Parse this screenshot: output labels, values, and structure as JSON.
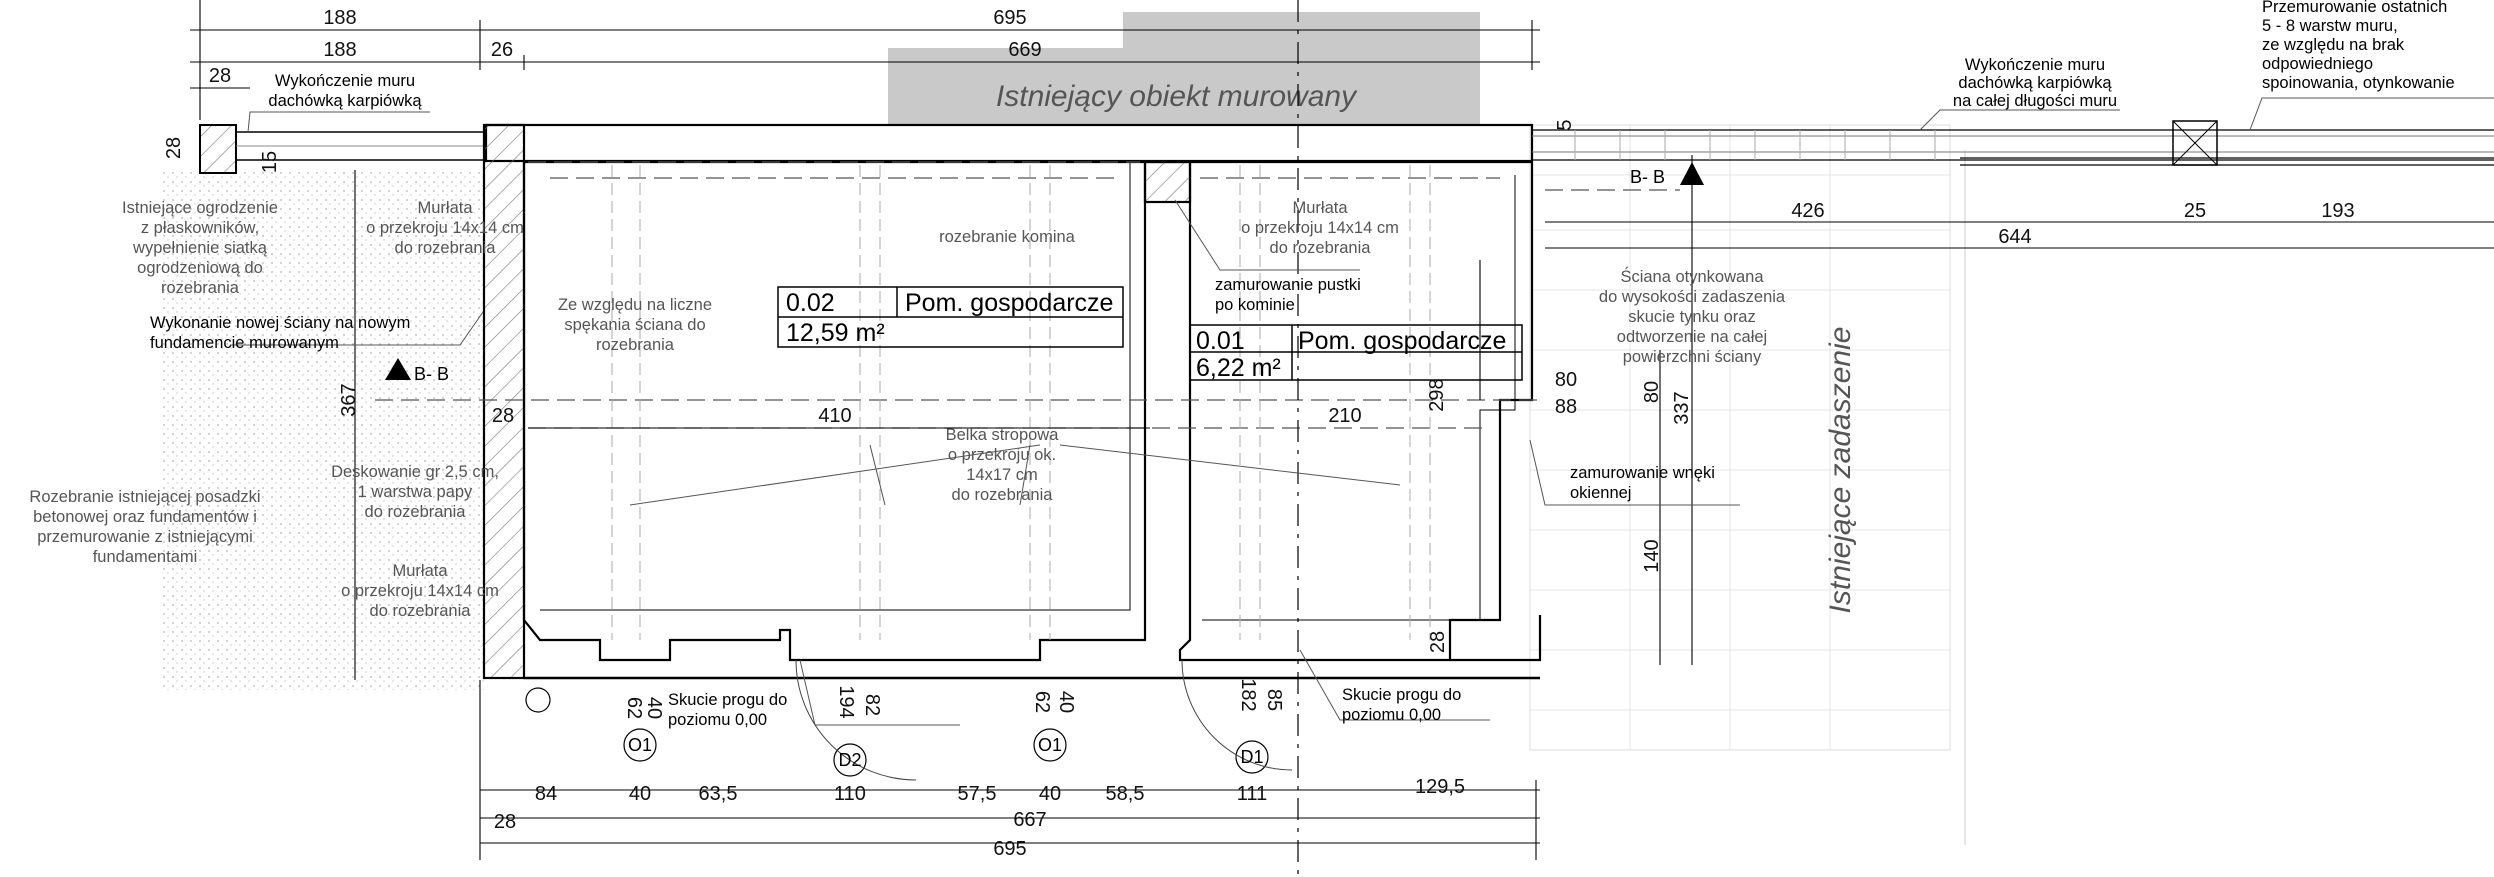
{
  "existing_building": "Istniejący obiekt murowany",
  "existing_roof": "Istniejące zadaszenie",
  "rooms": [
    {
      "number": "0.02",
      "name": "Pom. gospodarcze",
      "area": "12,59 m²"
    },
    {
      "number": "0.01",
      "name": "Pom. gospodarcze",
      "area": "6,22 m²"
    }
  ],
  "notes": {
    "roof_tile_left": [
      "Wykończenie muru",
      "dachówką karpiówką"
    ],
    "roof_tile_right": [
      "Wykończenie muru",
      "dachówką karpiówką",
      "na całej długości muru"
    ],
    "rebuild_top": [
      "Przemurowanie ostatnich",
      "5 - 8 warstw muru,",
      "ze względu na brak",
      "odpowiedniego",
      "spoinowania, otynkowanie"
    ],
    "fence": [
      "Istniejące ogrodzenie",
      "z płaskowników,",
      "wypełnienie siatką",
      "ogrodzeniową do",
      "rozebrania"
    ],
    "murlata_1": [
      "Murłata",
      "o przekroju 14x14 cm",
      "do rozebrania"
    ],
    "murlata_2": [
      "Murłata",
      "o przekroju 14x14 cm",
      "do rozebrania"
    ],
    "murlata_3": [
      "Murłata",
      "o przekroju 14x14 cm",
      "do rozebrania"
    ],
    "chimney": "rozebranie komina",
    "fill_void": [
      "zamurowanie pustki",
      "po kominie"
    ],
    "cracks": [
      "Ze względu na liczne",
      "spękania ściana do",
      "rozebrania"
    ],
    "new_wall": [
      "Wykonanie nowej ściany na nowym",
      "fundamencie murowanym"
    ],
    "plaster_wall": [
      "Ściana otynkowana",
      "do wysokości zadaszenia",
      "skucie tynku oraz",
      "odtworzenie na całej",
      "powierzchni ściany"
    ],
    "floor_demo": [
      "Rozebranie istniejącej posadzki",
      "betonowej oraz fundamentów i",
      "przemurowanie z istniejącymi",
      "fundamentami"
    ],
    "boarding": [
      "Deskowanie gr 2,5 cm,",
      "1 warstwa papy",
      "do rozebrania"
    ],
    "beam": [
      "Belka stropowa",
      "o przekroju ok.",
      "14x17 cm",
      "do rozebrania"
    ],
    "window_fill": [
      "zamurowanie wnęki",
      "okiennej"
    ],
    "threshold_1": [
      "Skucie progu do",
      "poziomu 0,00"
    ],
    "threshold_2": [
      "Skucie progu do",
      "poziomu 0,00"
    ]
  },
  "section_marks": {
    "left": "B- B",
    "right": "B- B"
  },
  "openings": {
    "o1a": "O1",
    "d2": "D2",
    "o1b": "O1",
    "d1": "D1"
  },
  "dims": {
    "top_188a": "188",
    "top_695": "695",
    "top_188b": "188",
    "top_26": "26",
    "top_669": "669",
    "top_28": "28",
    "left_28": "28",
    "left_15": "15",
    "left_367": "367",
    "in_28a": "28",
    "in_410": "410",
    "in_210": "210",
    "in_298": "298",
    "in_80a": "80",
    "in_88": "88",
    "in_28b": "28",
    "r_5": "5",
    "r_426": "426",
    "r_25": "25",
    "r_193": "193",
    "r_644": "644",
    "r_80": "80",
    "r_337": "337",
    "r_140": "140",
    "o1_62a": "62",
    "o1_40a": "40",
    "d2_194": "194",
    "d2_82": "82",
    "o1_62b": "62",
    "o1_40b": "40",
    "d1_182": "182",
    "d1_85": "85",
    "b_84": "84",
    "b_40a": "40",
    "b_635": "63,5",
    "b_110": "110",
    "b_575": "57,5",
    "b_40b": "40",
    "b_585": "58,5",
    "b_111": "111",
    "b_1295": "129,5",
    "b_28": "28",
    "b_667": "667",
    "b_695": "695"
  }
}
